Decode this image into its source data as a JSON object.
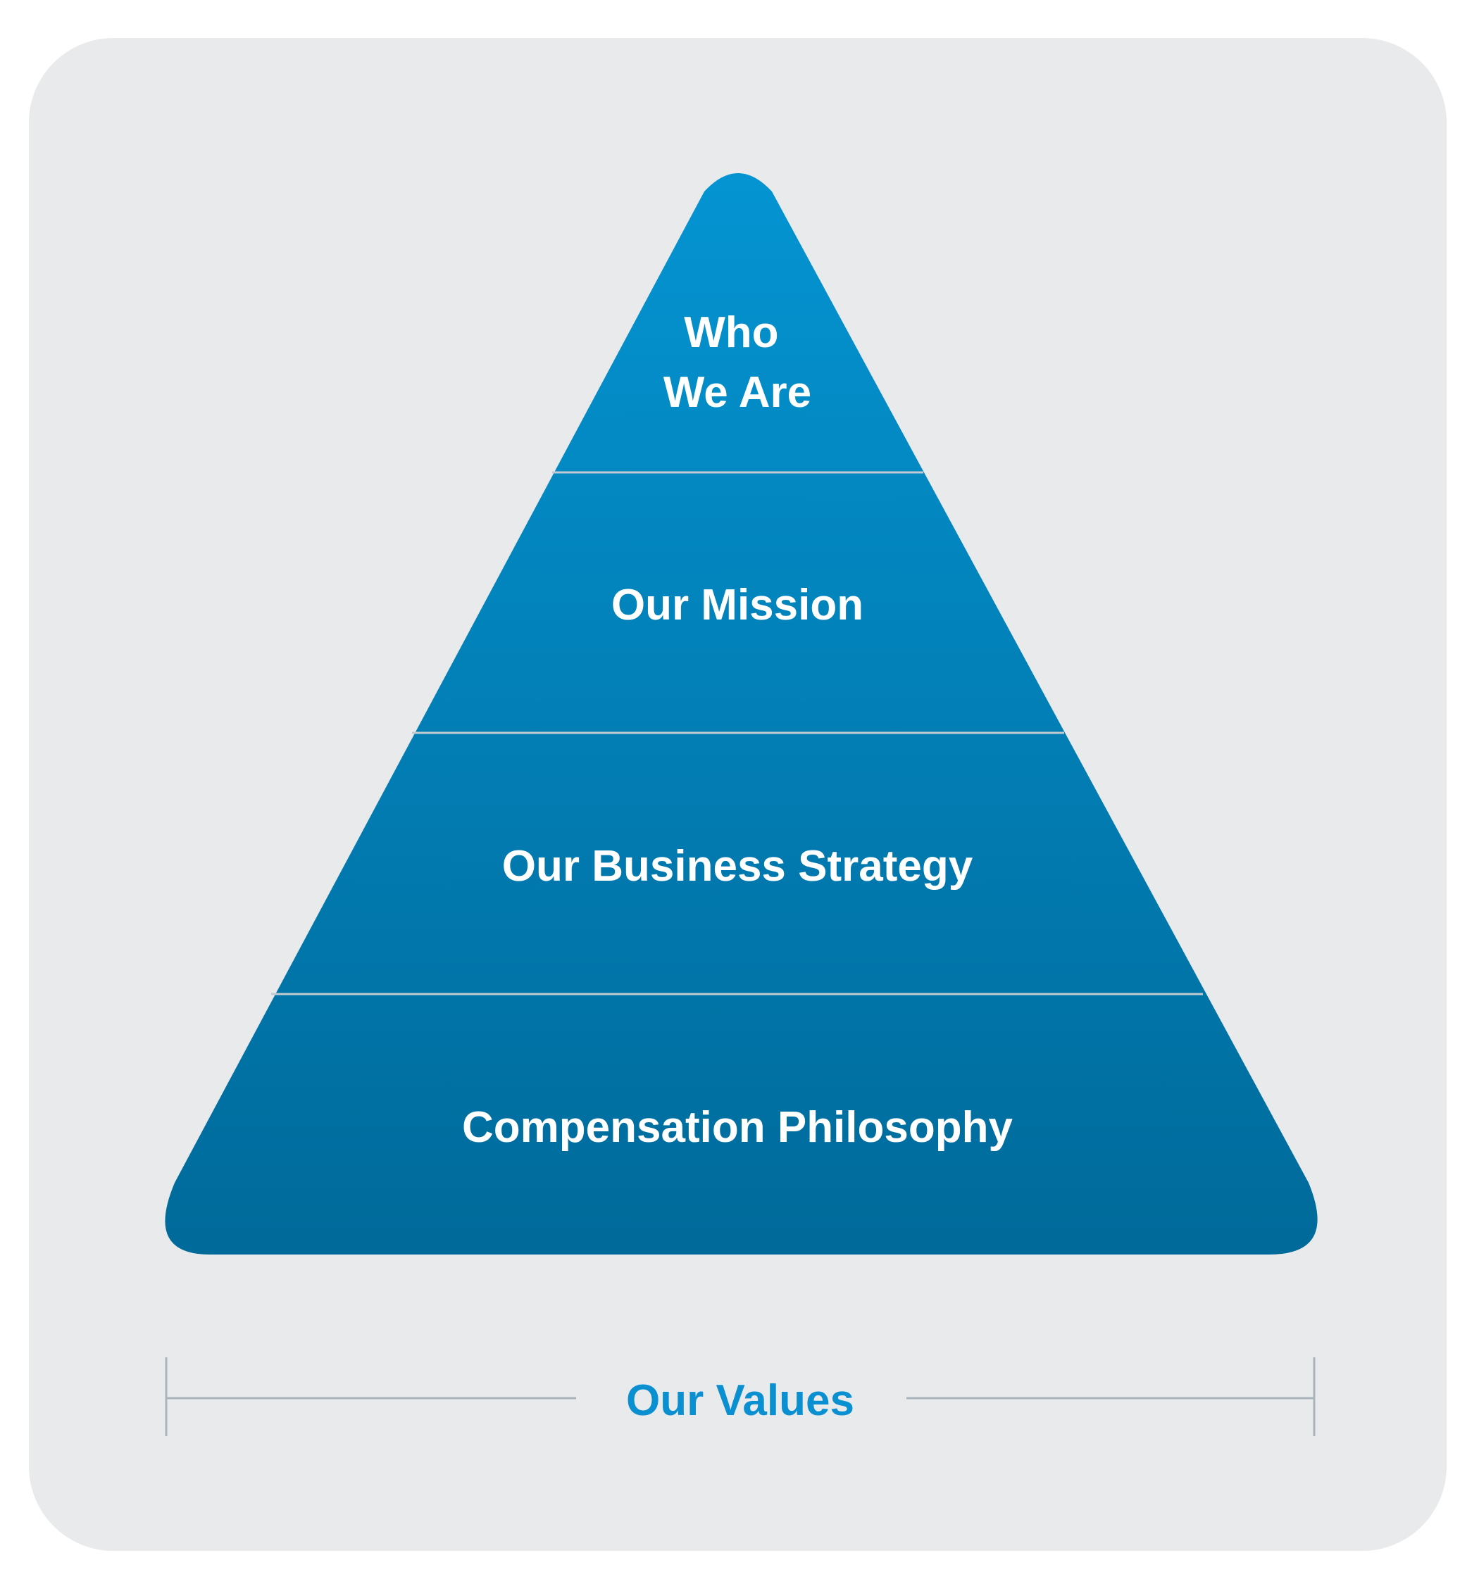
{
  "diagram": {
    "tiers": [
      {
        "label_lines": [
          "Who",
          "We Are"
        ]
      },
      {
        "label_lines": [
          "Our Mission"
        ]
      },
      {
        "label_lines": [
          "Our Business Strategy"
        ]
      },
      {
        "label_lines": [
          "Compensation Philosophy"
        ]
      }
    ],
    "base_label": "Our Values",
    "colors": {
      "panel": "#e9eaec",
      "pyramid_top": "#0494d2",
      "pyramid_bottom": "#006a9a",
      "divider": "#c2cad2",
      "bracket": "#aab4bd",
      "base_label": "#0a8fd0",
      "tier_text": "#ffffff"
    }
  }
}
